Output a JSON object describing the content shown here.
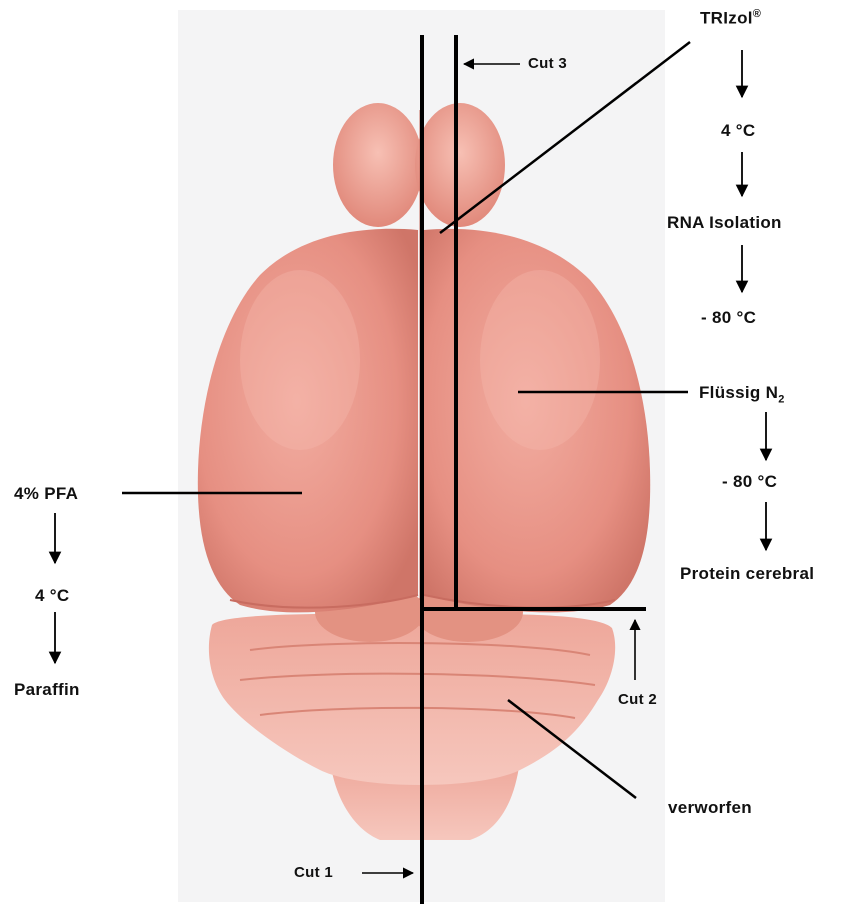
{
  "colors": {
    "background": "#ffffff",
    "photo_backdrop": "#f4f4f5",
    "brain_base": "#e68f82",
    "brain_light": "#f2ada1",
    "brain_shadow": "#c86c60",
    "lines": "#000000",
    "text": "#111111"
  },
  "subject": "mouse-brain-dorsal-view-photo",
  "cuts": {
    "cut1": "Cut 1",
    "cut2": "Cut 2",
    "cut3": "Cut 3"
  },
  "left_chain": {
    "step1": "4% PFA",
    "step2": "4 °C",
    "step3": "Paraffin"
  },
  "right_top_chain": {
    "step1_main": "TRIzol",
    "step1_sup": "®",
    "step2": "4 °C",
    "step3": "RNA Isolation",
    "step4": "- 80 °C"
  },
  "right_mid_chain": {
    "step1_main": "Flüssig N",
    "step1_sub": "2",
    "step2": "- 80 °C",
    "step3": "Protein cerebral"
  },
  "discard_label": "verworfen",
  "icons": {
    "down_arrow": "down-arrow-icon",
    "left_arrow": "left-arrow-icon",
    "right_arrow": "right-arrow-icon",
    "up_arrow": "up-arrow-icon"
  }
}
